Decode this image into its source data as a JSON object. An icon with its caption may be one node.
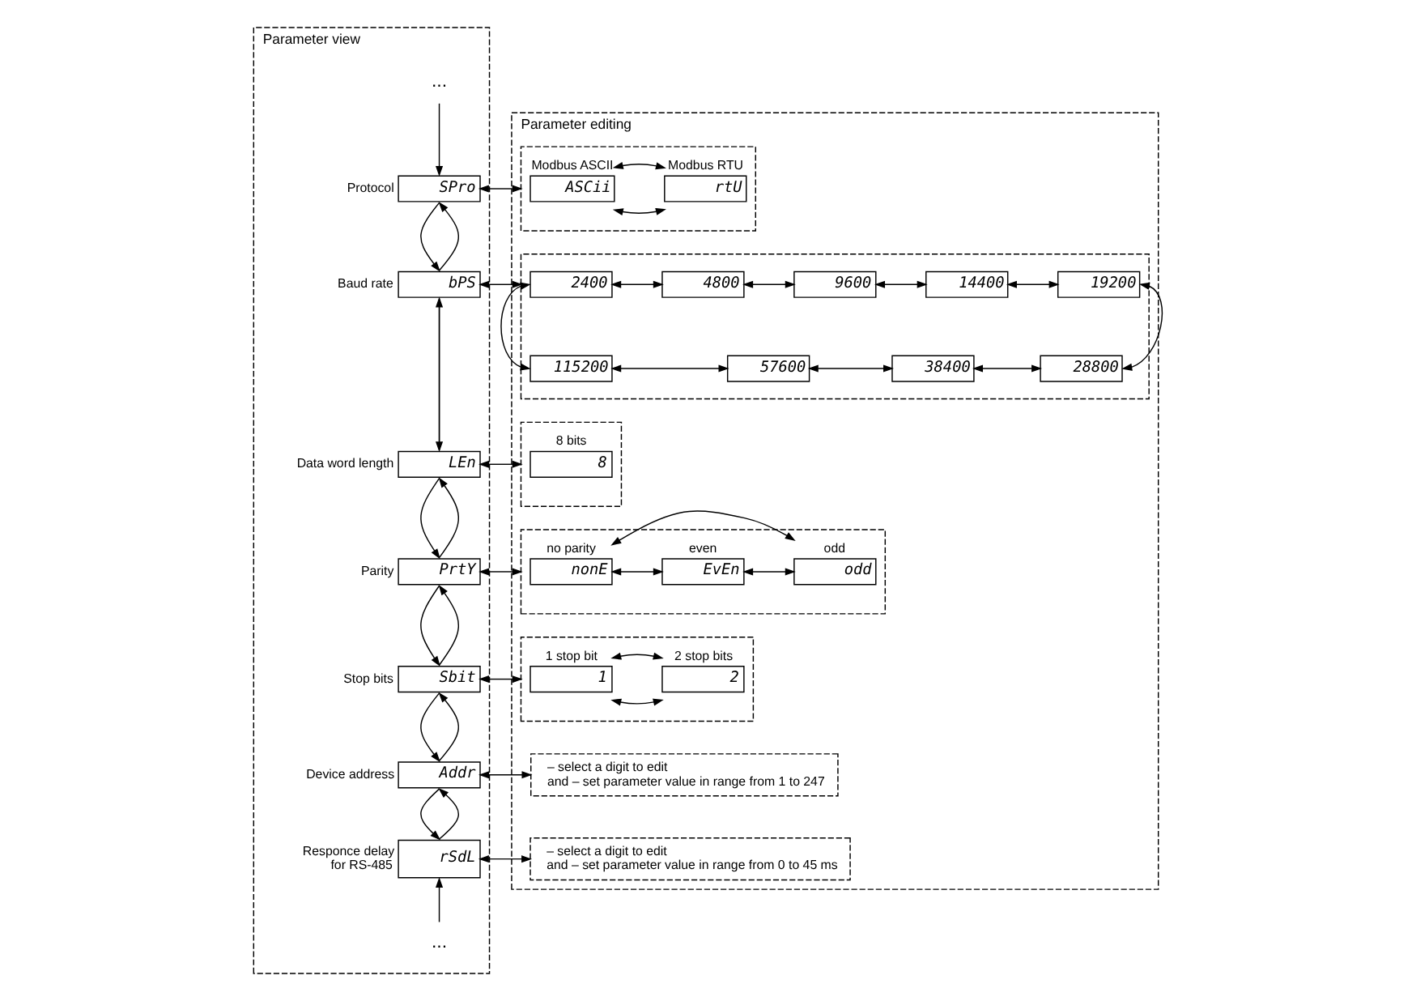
{
  "diagram": {
    "nodes": [
      {
        "text": [
          "Parameter view"
        ]
      },
      {
        "text": [
          "..."
        ],
        "in": 0
      },
      {
        "text": [
          "SPro"
        ],
        "beside": [
          "Protocol"
        ],
        "in": 0
      },
      {
        "text": [
          "bPS"
        ],
        "beside": [
          "Baud rate"
        ],
        "in": 0
      },
      {
        "text": [
          "LEn"
        ],
        "beside": [
          "Data word length"
        ],
        "in": 0
      },
      {
        "text": [
          "PrtY"
        ],
        "beside": [
          "Parity"
        ],
        "in": 0
      },
      {
        "text": [
          "Sbit"
        ],
        "beside": [
          "Stop bits"
        ],
        "in": 0
      },
      {
        "text": [
          "Addr"
        ],
        "beside": [
          "Device address"
        ],
        "in": 0
      },
      {
        "text": [
          "rSdL"
        ],
        "beside": [
          "Responce delay for RS-485"
        ],
        "in": 0
      },
      {
        "text": [
          "..."
        ],
        "in": 0
      },
      {
        "text": [
          "Parameter editing"
        ]
      },
      {
        "text": [],
        "shape": "box",
        "in": 10
      },
      {
        "text": [
          "ASCii"
        ],
        "beside": [
          "Modbus ASCII"
        ],
        "in": 11
      },
      {
        "text": [
          "rtU"
        ],
        "beside": [
          "Modbus RTU"
        ],
        "in": 11
      },
      {
        "text": [],
        "shape": "box",
        "in": 10
      },
      {
        "text": [
          "2400"
        ],
        "in": 14
      },
      {
        "text": [
          "4800"
        ],
        "in": 14
      },
      {
        "text": [
          "9600"
        ],
        "in": 14
      },
      {
        "text": [
          "14400"
        ],
        "in": 14
      },
      {
        "text": [
          "19200"
        ],
        "in": 14
      },
      {
        "text": [
          "115200"
        ],
        "in": 14
      },
      {
        "text": [
          "57600"
        ],
        "in": 14
      },
      {
        "text": [
          "38400"
        ],
        "in": 14
      },
      {
        "text": [
          "28800"
        ],
        "in": 14
      },
      {
        "text": [],
        "shape": "box",
        "in": 10
      },
      {
        "text": [
          "8"
        ],
        "beside": [
          "8 bits"
        ],
        "in": 24
      },
      {
        "text": [],
        "shape": "box",
        "in": 10
      },
      {
        "text": [
          "nonE"
        ],
        "beside": [
          "no parity"
        ],
        "in": 26
      },
      {
        "text": [
          "EvEn"
        ],
        "beside": [
          "even"
        ],
        "in": 26
      },
      {
        "text": [
          "odd"
        ],
        "beside": [
          "odd"
        ],
        "in": 26
      },
      {
        "text": [],
        "shape": "box",
        "in": 10
      },
      {
        "text": [
          "1"
        ],
        "beside": [
          "1 stop bit"
        ],
        "in": 30
      },
      {
        "text": [
          "2"
        ],
        "beside": [
          "2 stop bits"
        ],
        "in": 30
      },
      {
        "text": [
          "– select a digit to edit",
          "and – set parameter value in range from 1 to 247"
        ],
        "in": 10
      },
      {
        "text": [
          "– select a digit to edit",
          "and – set parameter value in range from 0 to 45 ms"
        ],
        "in": 10
      }
    ],
    "edges": [
      {
        "from": 1,
        "to": 2,
        "arrow": "to"
      },
      {
        "from": 2,
        "to": 3,
        "arrow": "to"
      },
      {
        "from": 3,
        "to": 2,
        "arrow": "to"
      },
      {
        "from": 3,
        "to": 4,
        "arrow": "to"
      },
      {
        "from": 4,
        "to": 3,
        "arrow": "to"
      },
      {
        "from": 4,
        "to": 5,
        "arrow": "to"
      },
      {
        "from": 5,
        "to": 4,
        "arrow": "to"
      },
      {
        "from": 5,
        "to": 6,
        "arrow": "to"
      },
      {
        "from": 6,
        "to": 5,
        "arrow": "to"
      },
      {
        "from": 6,
        "to": 7,
        "arrow": "to"
      },
      {
        "from": 7,
        "to": 6,
        "arrow": "to"
      },
      {
        "from": 7,
        "to": 8,
        "arrow": "to"
      },
      {
        "from": 8,
        "to": 7,
        "arrow": "to"
      },
      {
        "from": 9,
        "to": 8,
        "arrow": "to"
      },
      {
        "from": 2,
        "to": 11,
        "arrow": "both"
      },
      {
        "from": 3,
        "to": 14,
        "arrow": "both"
      },
      {
        "from": 4,
        "to": 24,
        "arrow": "both"
      },
      {
        "from": 5,
        "to": 26,
        "arrow": "both"
      },
      {
        "from": 6,
        "to": 30,
        "arrow": "both"
      },
      {
        "from": 7,
        "to": 33,
        "arrow": "both"
      },
      {
        "from": 8,
        "to": 34,
        "arrow": "both"
      },
      {
        "from": 12,
        "to": 13,
        "arrow": "both"
      },
      {
        "from": 12,
        "to": 13,
        "arrow": "both"
      },
      {
        "from": 15,
        "to": 16,
        "arrow": "both"
      },
      {
        "from": 16,
        "to": 17,
        "arrow": "both"
      },
      {
        "from": 17,
        "to": 18,
        "arrow": "both"
      },
      {
        "from": 18,
        "to": 19,
        "arrow": "both"
      },
      {
        "from": 19,
        "to": 23,
        "arrow": "both"
      },
      {
        "from": 22,
        "to": 23,
        "arrow": "both"
      },
      {
        "from": 21,
        "to": 22,
        "arrow": "both"
      },
      {
        "from": 20,
        "to": 21,
        "arrow": "both"
      },
      {
        "from": 15,
        "to": 20,
        "arrow": "both"
      },
      {
        "from": 27,
        "to": 28,
        "arrow": "both"
      },
      {
        "from": 28,
        "to": 29,
        "arrow": "both"
      },
      {
        "from": 27,
        "to": 29,
        "arrow": "both"
      },
      {
        "from": 31,
        "to": 32,
        "arrow": "both"
      },
      {
        "from": 31,
        "to": 32,
        "arrow": "both"
      }
    ]
  }
}
